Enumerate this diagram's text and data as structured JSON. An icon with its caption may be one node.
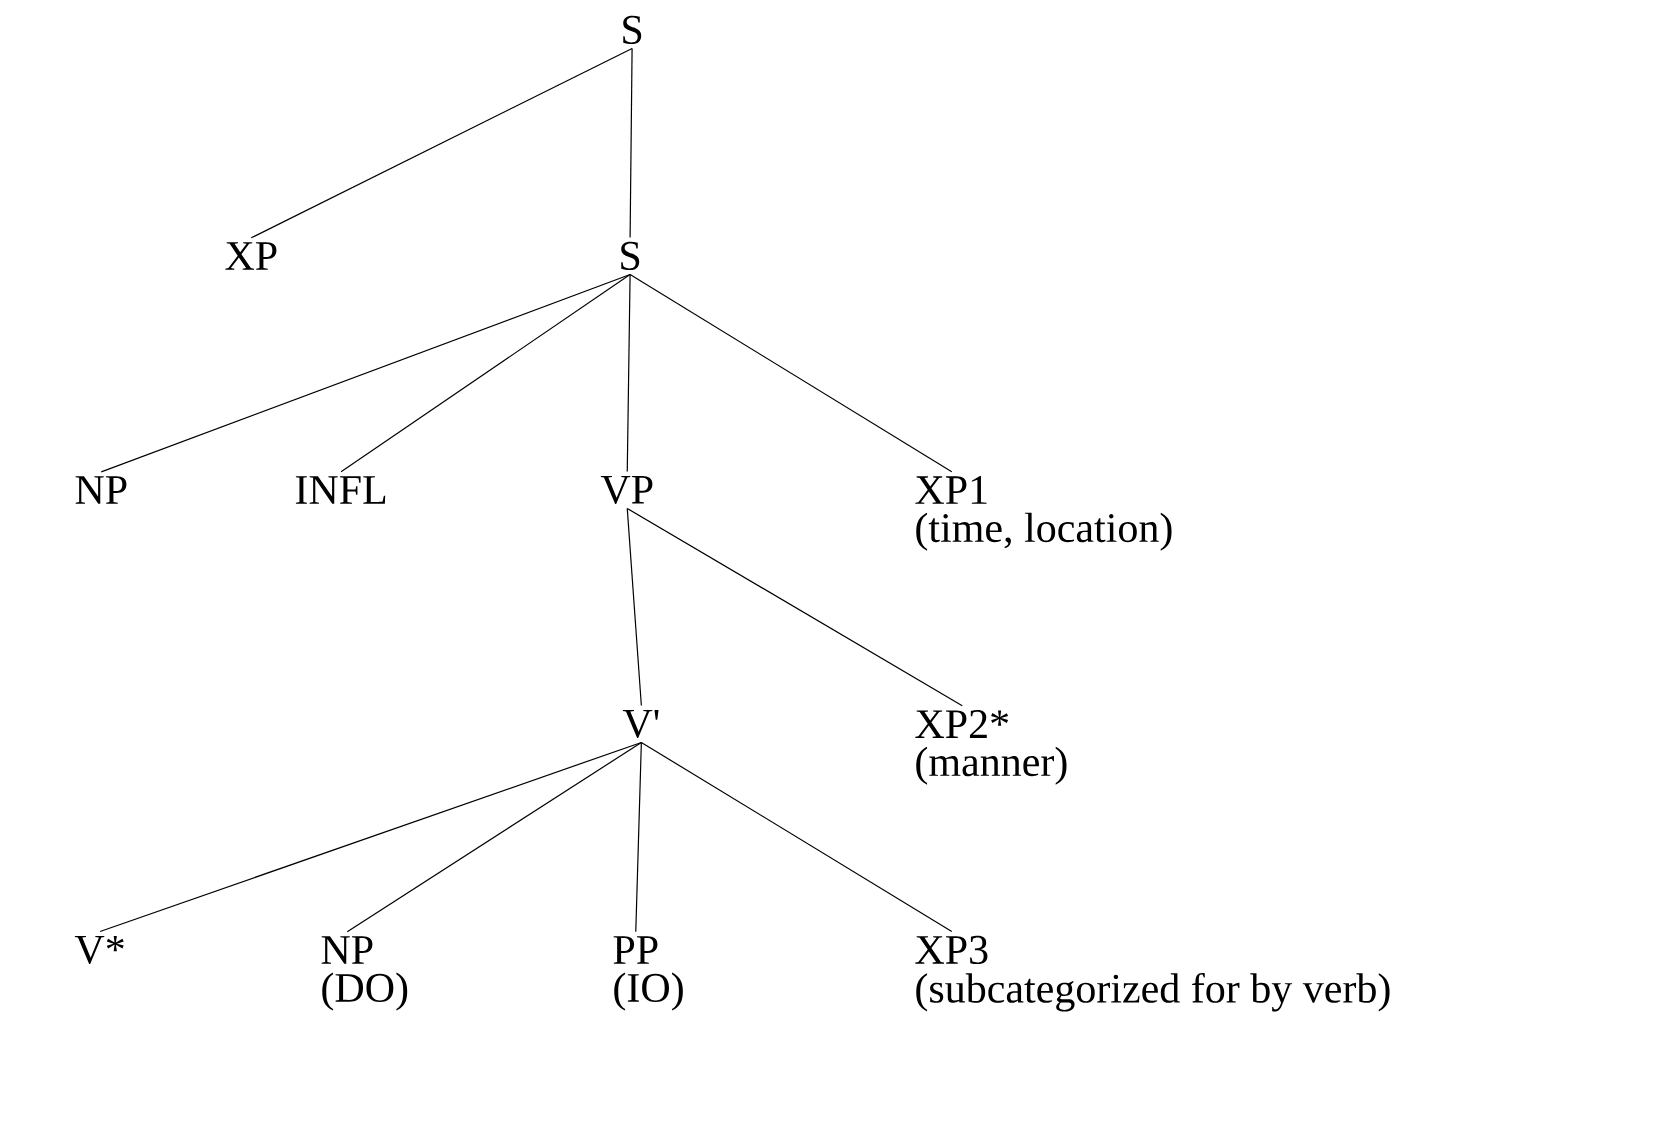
{
  "diagram": {
    "nodes": [
      {
        "text": [
          "S"
        ]
      },
      {
        "text": [
          "XP"
        ]
      },
      {
        "text": [
          "S"
        ]
      },
      {
        "text": [
          "NP"
        ]
      },
      {
        "text": [
          "INFL"
        ]
      },
      {
        "text": [
          "VP"
        ]
      },
      {
        "text": [
          "XP1",
          "(time, location)"
        ]
      },
      {
        "text": [
          "V'"
        ]
      },
      {
        "text": [
          "XP2*",
          "(manner)"
        ]
      },
      {
        "text": [
          "V*"
        ]
      },
      {
        "text": [
          "NP",
          "(DO)"
        ]
      },
      {
        "text": [
          "PP",
          "(IO)"
        ]
      },
      {
        "text": [
          "XP3",
          "(subcategorized for by verb)"
        ]
      }
    ],
    "edges": [
      {
        "from": 0,
        "to": 1,
        "arrow": "none"
      },
      {
        "from": 0,
        "to": 2,
        "arrow": "none"
      },
      {
        "from": 2,
        "to": 3,
        "arrow": "none"
      },
      {
        "from": 2,
        "to": 4,
        "arrow": "none"
      },
      {
        "from": 2,
        "to": 5,
        "arrow": "none"
      },
      {
        "from": 2,
        "to": 6,
        "arrow": "none"
      },
      {
        "from": 5,
        "to": 7,
        "arrow": "none"
      },
      {
        "from": 5,
        "to": 8,
        "arrow": "none"
      },
      {
        "from": 7,
        "to": 9,
        "arrow": "none"
      },
      {
        "from": 7,
        "to": 10,
        "arrow": "none"
      },
      {
        "from": 7,
        "to": 11,
        "arrow": "none"
      },
      {
        "from": 7,
        "to": 12,
        "arrow": "none"
      }
    ]
  }
}
